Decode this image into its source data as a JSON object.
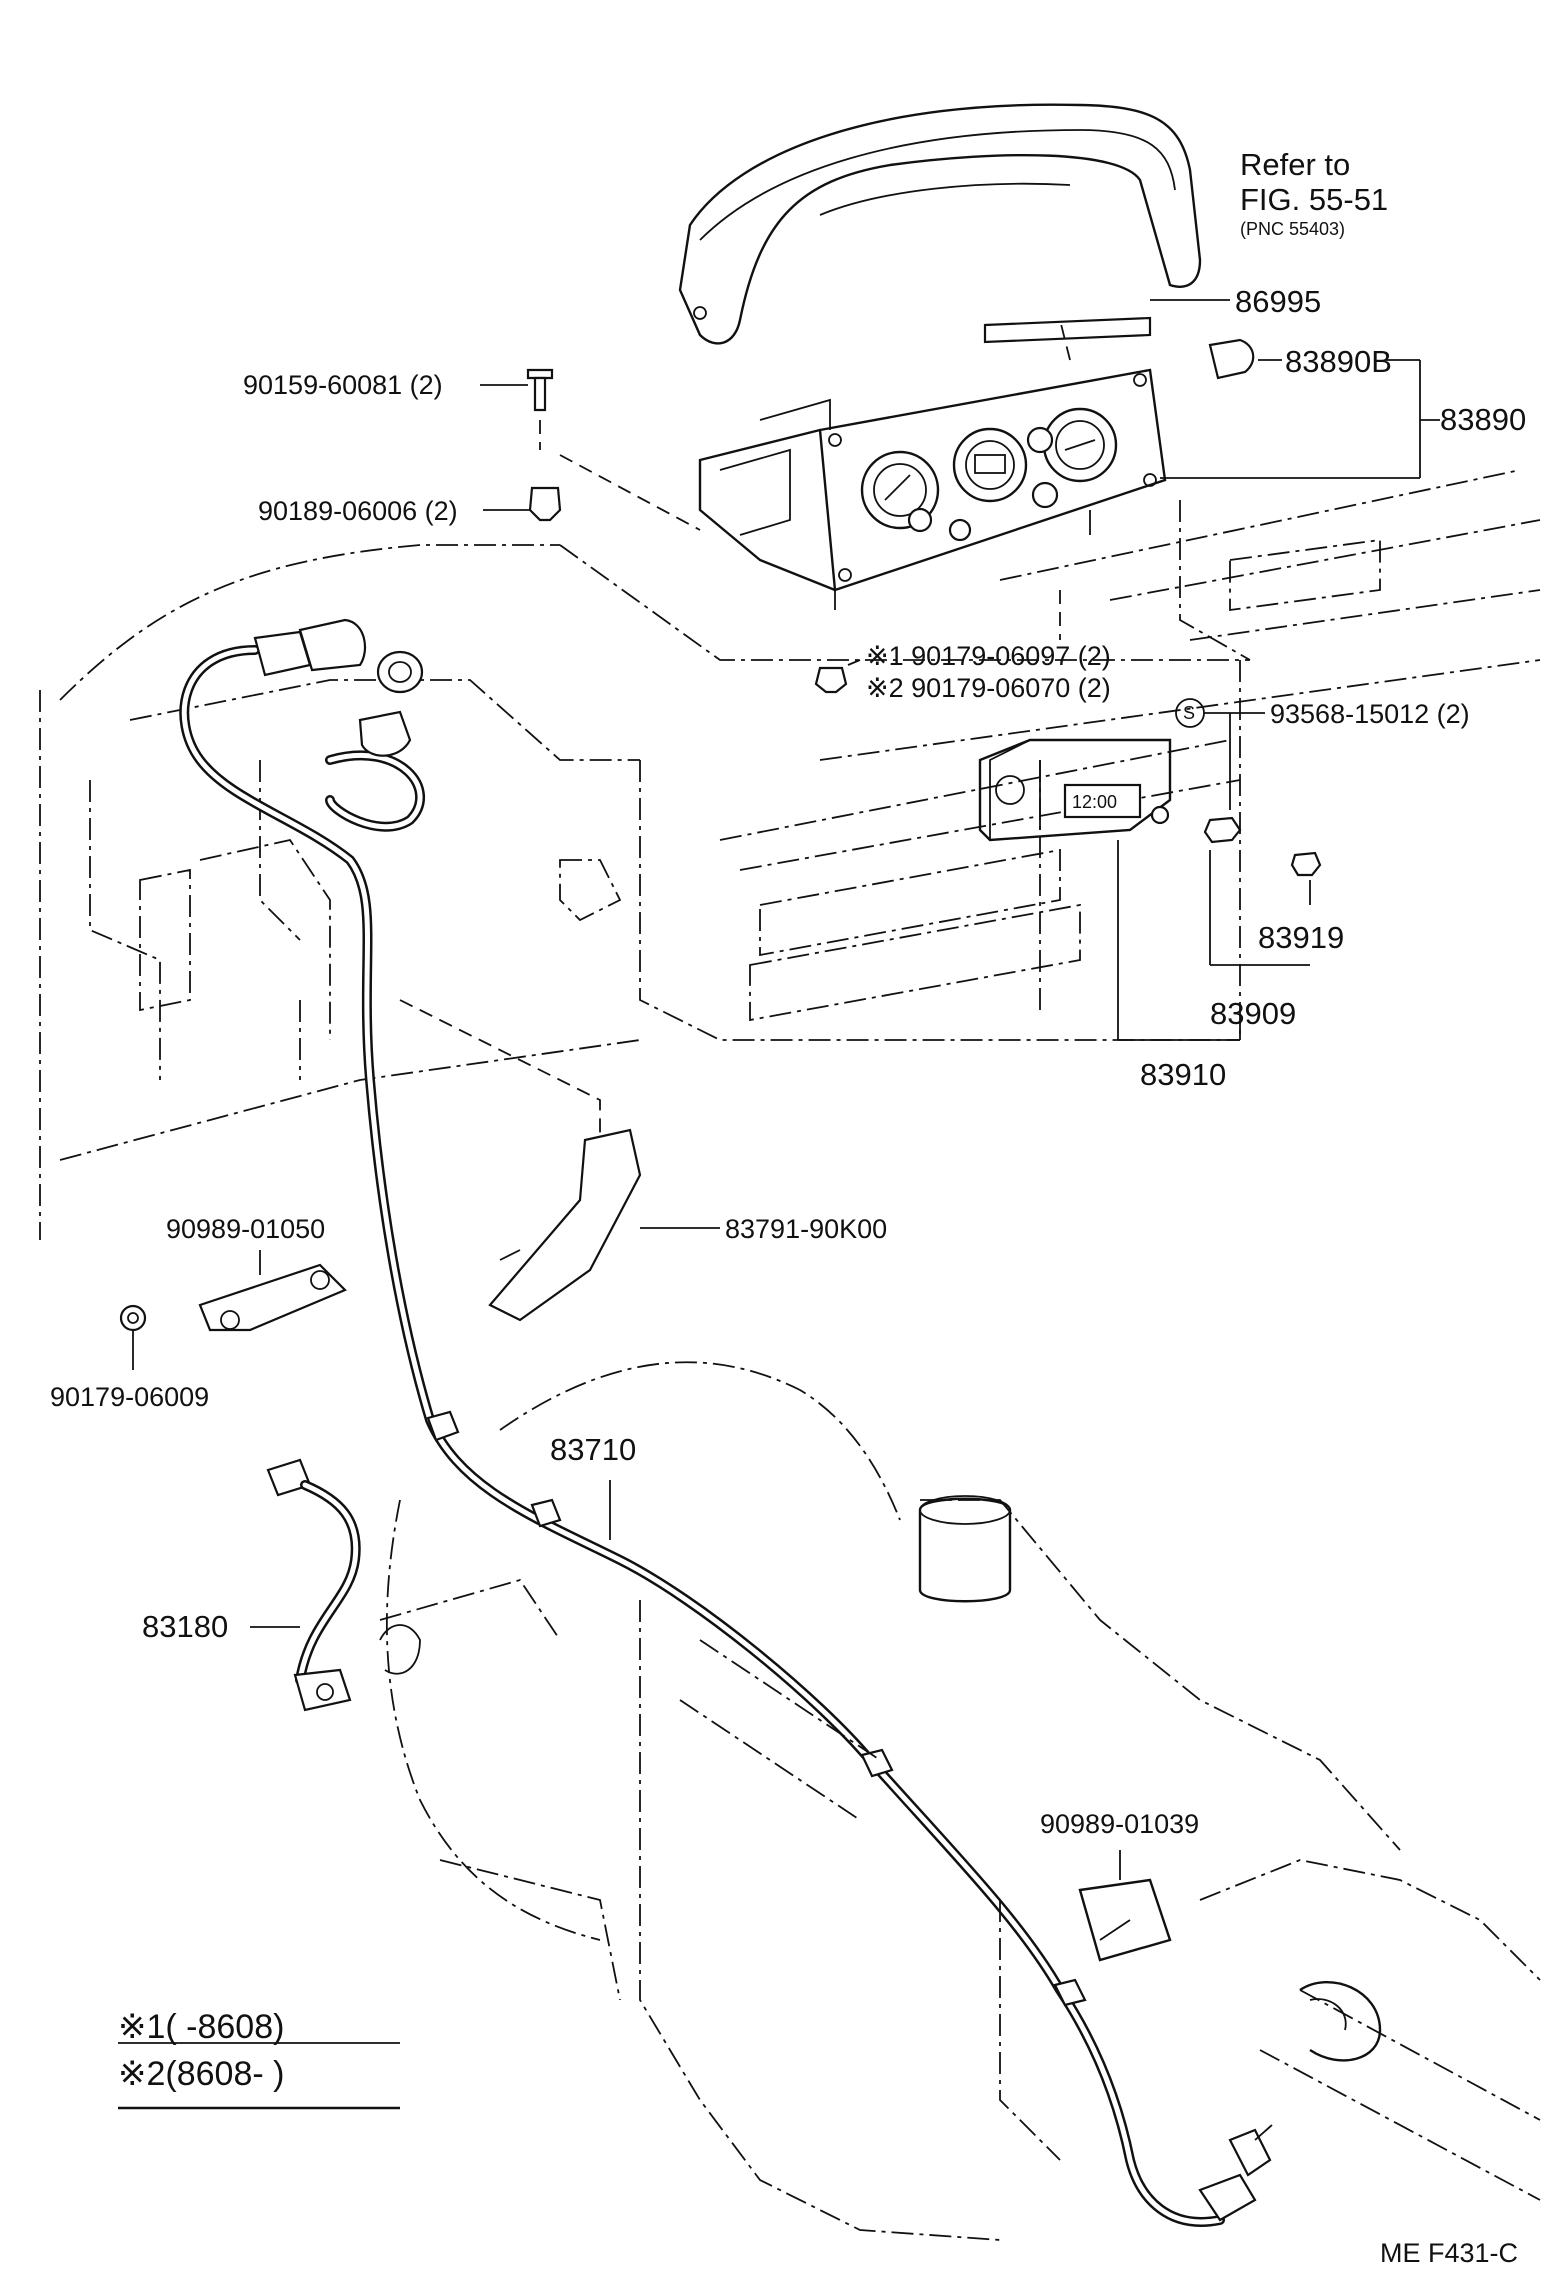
{
  "labels": {
    "refer_line1": "Refer to",
    "refer_line2": "FIG. 55-51",
    "refer_line3": "(PNC 55403)",
    "p86995": "86995",
    "p83890B": "83890B",
    "p83890": "83890",
    "p90159": "90159-60081 (2)",
    "p90189": "90189-06006 (2)",
    "p90179_1": "※1 90179-06097 (2)",
    "p90179_2": "※2 90179-06070 (2)",
    "p93568": "93568-15012 (2)",
    "p93568_mark": "S",
    "p83919": "83919",
    "p83909": "83909",
    "p83910": "83910",
    "p83791": "83791-90K00",
    "p90989_01050": "90989-01050",
    "p90179_06009": "90179-06009",
    "p83710": "83710",
    "p83180": "83180",
    "p90989_01039": "90989-01039",
    "clock_display": "12:00"
  },
  "notes": {
    "note1": "※1(        -8608)",
    "note2": "※2(8608-        )"
  },
  "footer": {
    "code": "ME  F431-C"
  }
}
